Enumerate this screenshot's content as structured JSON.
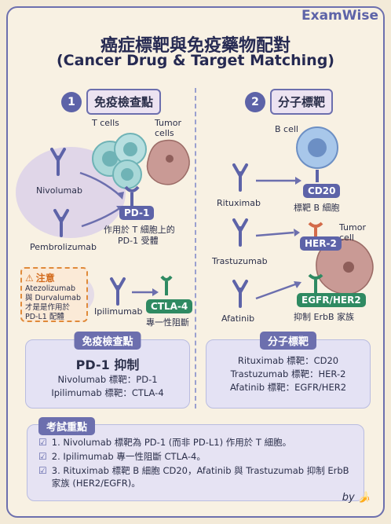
{
  "brand": "ExamWise",
  "title_zh": "癌症標靶與免疫藥物配對",
  "title_en": "(Cancer Drug & Target Matching)",
  "left": {
    "num": "1",
    "heading": "免疫檢查點",
    "tcells": "T cells",
    "tumor": "Tumor cells",
    "drug1": "Nivolumab",
    "drug2": "Pembrolizumab",
    "target1": "PD-1",
    "target1_desc1": "作用於 T 細胞上的",
    "target1_desc2": "PD-1 受體",
    "note_title": "注意",
    "note_text": "Atezolizumab 與 Durvalumab 才是是作用於 PD-L1 配體",
    "drug3": "Ipilimumab",
    "target2": "CTLA-4",
    "target2_desc": "專一性阻斷",
    "summary_tab": "免疫檢查點",
    "summary_big": "PD-1 抑制",
    "summary_lines": [
      "Nivolumab 標靶：PD-1",
      "Ipilimumab 標靶：CTLA-4"
    ]
  },
  "right": {
    "num": "2",
    "heading": "分子標靶",
    "bcell": "B cell",
    "drug1": "Rituximab",
    "target1": "CD20",
    "target1_desc": "標靶 B 細胞",
    "tumor": "Tumor cell",
    "drug2": "Trastuzumab",
    "target2": "HER-2",
    "drug3": "Afatinib",
    "target3": "EGFR/HER2",
    "target3_desc": "抑制 ErbB 家族",
    "summary_tab": "分子標靶",
    "summary_lines": [
      "Rituximab 標靶：CD20",
      "Trastuzumab 標靶：HER-2",
      "Afatinib 標靶：EGFR/HER2"
    ]
  },
  "exam": {
    "tab": "考試重點",
    "items": [
      "1. Nivolumab 標靶為 PD-1 (而非 PD-L1) 作用於 T 細胞。",
      "2. Ipilimumab 專一性阻斷 CTLA-4。",
      "3. Rituximab 標靶 B 細胞 CD20，Afatinib 與 Trastuzumab 抑制 ErbB 家族 (HER2/EGFR)。"
    ]
  },
  "by": "by",
  "colors": {
    "accent": "#5d63a8",
    "green": "#2f8a62",
    "warning": "#e08a3a",
    "tumor": "#c99a95"
  }
}
